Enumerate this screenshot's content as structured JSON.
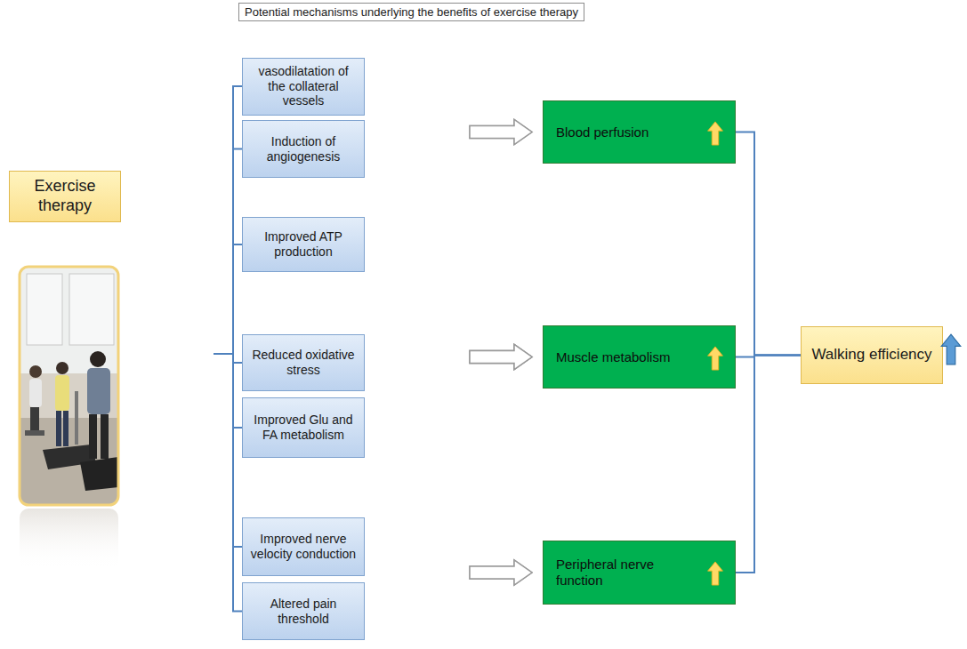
{
  "diagram": {
    "title": "Potential mechanisms underlying the benefits of exercise therapy",
    "nodes": [
      {
        "text": [
          "Exercise therapy"
        ]
      },
      {
        "text": [
          "vasodilatation of the collateral vessels"
        ]
      },
      {
        "text": [
          "Induction of angiogenesis"
        ]
      },
      {
        "text": [
          "Improved ATP production"
        ]
      },
      {
        "text": [
          "Reduced oxidative stress"
        ]
      },
      {
        "text": [
          "Improved Glu and FA metabolism"
        ]
      },
      {
        "text": [
          "Improved nerve velocity conduction"
        ]
      },
      {
        "text": [
          "Altered pain threshold"
        ]
      },
      {
        "text": [
          "Blood perfusion"
        ]
      },
      {
        "text": [
          "Muscle metabolism"
        ]
      },
      {
        "text": [
          "Peripheral nerve function"
        ]
      },
      {
        "text": [
          "Walking efficiency"
        ]
      }
    ],
    "edges": [
      {
        "from": 0,
        "to": 1,
        "arrow": "none"
      },
      {
        "from": 0,
        "to": 2,
        "arrow": "none"
      },
      {
        "from": 0,
        "to": 3,
        "arrow": "none"
      },
      {
        "from": 0,
        "to": 4,
        "arrow": "none"
      },
      {
        "from": 0,
        "to": 5,
        "arrow": "none"
      },
      {
        "from": 0,
        "to": 6,
        "arrow": "none"
      },
      {
        "from": 0,
        "to": 7,
        "arrow": "none"
      },
      {
        "from": 1,
        "to": 8,
        "arrow": "to"
      },
      {
        "from": 2,
        "to": 8,
        "arrow": "to"
      },
      {
        "from": 3,
        "to": 9,
        "arrow": "to"
      },
      {
        "from": 4,
        "to": 9,
        "arrow": "to"
      },
      {
        "from": 5,
        "to": 9,
        "arrow": "to"
      },
      {
        "from": 6,
        "to": 10,
        "arrow": "to"
      },
      {
        "from": 7,
        "to": 10,
        "arrow": "to"
      },
      {
        "from": 8,
        "to": 11,
        "arrow": "none"
      },
      {
        "from": 9,
        "to": 11,
        "arrow": "none"
      },
      {
        "from": 10,
        "to": 11,
        "arrow": "none"
      }
    ]
  }
}
